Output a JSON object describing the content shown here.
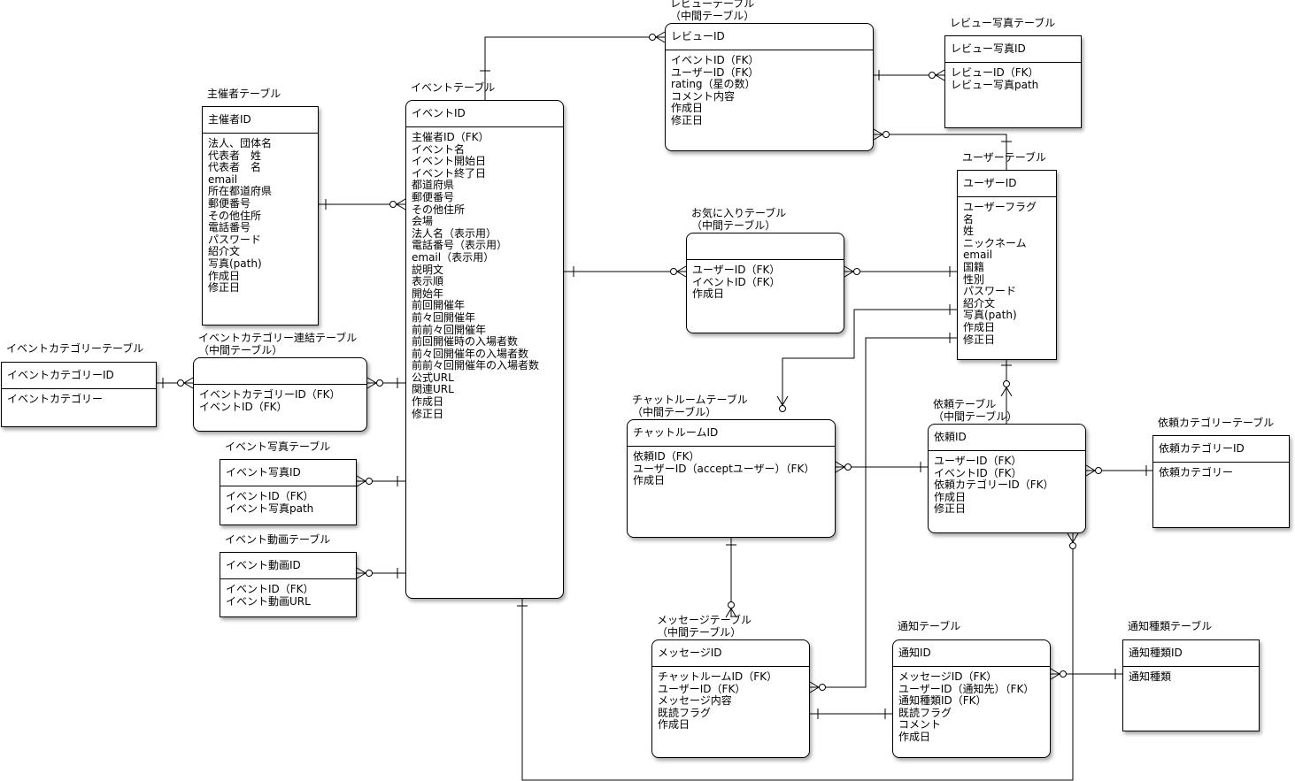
{
  "diagram": {
    "line_color": "#000000",
    "tables": {
      "review": {
        "title": "レビューテーブル",
        "subtitle": "（中間テーブル）",
        "pk": "レビューID",
        "fields": [
          "イベントID（FK）",
          "ユーザーID（FK）",
          "rating（星の数）",
          "コメント内容",
          "作成日",
          "修正日"
        ]
      },
      "review_photo": {
        "title": "レビュー写真テーブル",
        "pk": "レビュー写真ID",
        "fields": [
          "レビューID（FK）",
          "レビュー写真path"
        ]
      },
      "organizer": {
        "title": "主催者テーブル",
        "pk": "主催者ID",
        "fields": [
          "法人、団体名",
          "代表者　姓",
          "代表者　名",
          "email",
          "所在都道府県",
          "郵便番号",
          "その他住所",
          "電話番号",
          "パスワード",
          "紹介文",
          "写真(path)",
          "作成日",
          "修正日"
        ]
      },
      "event": {
        "title": "イベントテーブル",
        "pk": "イベントID",
        "fields": [
          "主催者ID（FK）",
          "イベント名",
          "イベント開始日",
          "イベント終了日",
          "都道府県",
          "郵便番号",
          "その他住所",
          "会場",
          "法人名（表示用）",
          "電話番号（表示用）",
          "email（表示用）",
          "説明文",
          "表示順",
          "開始年",
          "前回開催年",
          "前々回開催年",
          "前前々回開催年",
          "前回開催時の入場者数",
          "前々回開催年の入場者数",
          "前前々回開催年の入場者数",
          "公式URL",
          "関連URL",
          "作成日",
          "修正日"
        ]
      },
      "user": {
        "title": "ユーザーテーブル",
        "pk": "ユーザーID",
        "fields": [
          "ユーザーフラグ",
          "名",
          "姓",
          "ニックネーム",
          "email",
          "国籍",
          "性別",
          "パスワード",
          "紹介文",
          "写真(path)",
          "作成日",
          "修正日"
        ]
      },
      "favorite": {
        "title": "お気に入りテーブル",
        "subtitle": "（中間テーブル）",
        "pk": "",
        "fields": [
          "ユーザーID（FK）",
          "イベントID（FK）",
          "作成日"
        ]
      },
      "event_category": {
        "title": "イベントカテゴリーテーブル",
        "pk": "イベントカテゴリーID",
        "fields": [
          "イベントカテゴリー"
        ]
      },
      "event_category_link": {
        "title": "イベントカテゴリー連結テーブル",
        "subtitle": "（中間テーブル）",
        "pk": "",
        "fields": [
          "イベントカテゴリーID（FK）",
          "イベントID（FK）"
        ]
      },
      "event_photo": {
        "title": "イベント写真テーブル",
        "pk": "イベント写真ID",
        "fields": [
          "イベントID（FK）",
          "イベント写真path"
        ]
      },
      "event_video": {
        "title": "イベント動画テーブル",
        "pk": "イベント動画ID",
        "fields": [
          "イベントID（FK）",
          "イベント動画URL"
        ]
      },
      "chatroom": {
        "title": "チャットルームテーブル",
        "subtitle": "（中間テーブル）",
        "pk": "チャットルームID",
        "fields": [
          "依頼ID（FK）",
          "ユーザーID（acceptユーザー）（FK）",
          "作成日"
        ]
      },
      "request": {
        "title": "依頼テーブル",
        "subtitle": "（中間テーブル）",
        "pk": "依頼ID",
        "fields": [
          "ユーザーID（FK）",
          "イベントID（FK）",
          "依頼カテゴリーID（FK）",
          "作成日",
          "修正日"
        ]
      },
      "request_category": {
        "title": "依頼カテゴリーテーブル",
        "pk": "依頼カテゴリーID",
        "fields": [
          "依頼カテゴリー"
        ]
      },
      "message": {
        "title": "メッセージテーブル",
        "subtitle": "（中間テーブル）",
        "pk": "メッセージID",
        "fields": [
          "チャットルームID（FK）",
          "ユーザーID（FK）",
          "メッセージ内容",
          "既読フラグ",
          "作成日"
        ]
      },
      "notification": {
        "title": "通知テーブル",
        "pk": "通知ID",
        "fields": [
          "メッセージID（FK）",
          "ユーザーID（通知先）（FK）",
          "通知種類ID（FK）",
          "既読フラグ",
          "コメント",
          "作成日"
        ]
      },
      "notification_type": {
        "title": "通知種類テーブル",
        "pk": "通知種類ID",
        "fields": [
          "通知種類"
        ]
      }
    }
  }
}
